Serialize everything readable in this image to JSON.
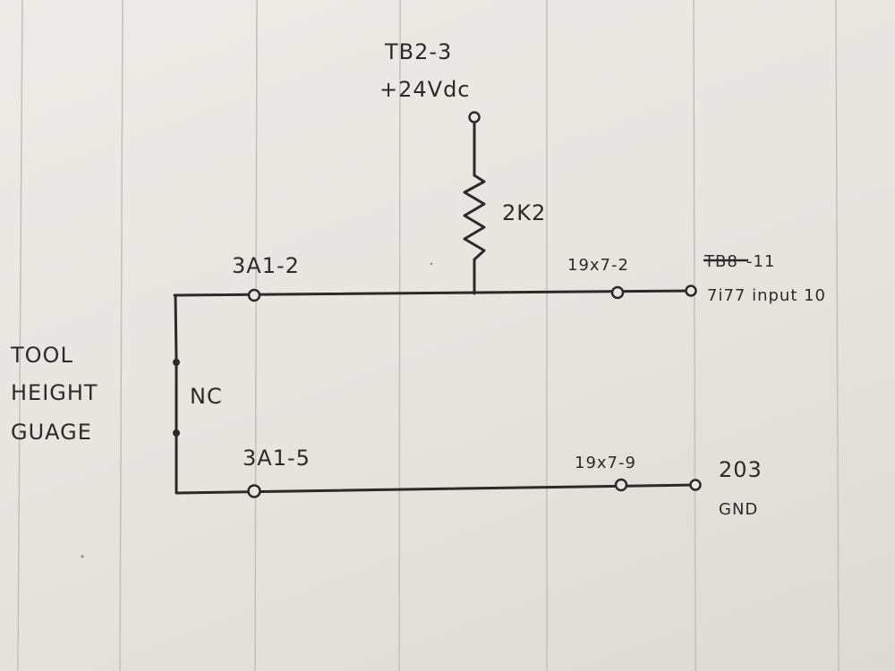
{
  "paper": {
    "ruling_color": "#b8b6b2",
    "ink_color": "#2a2a2a"
  },
  "schematic": {
    "supply": {
      "terminal": "TB2-3",
      "voltage": "+24Vdc"
    },
    "resistor": {
      "value": "2K2"
    },
    "top_line": {
      "left_terminal": "3A1-2",
      "mid_terminal": "19x7-2",
      "right_terminal_struck": "TB8",
      "right_terminal_suffix": "-11",
      "right_note": "7i77 input 10"
    },
    "bottom_line": {
      "left_terminal": "3A1-5",
      "mid_terminal": "19x7-9",
      "right_terminal": "203",
      "right_note": "GND"
    },
    "device": {
      "name_line1": "TOOL",
      "name_line2": "HEIGHT",
      "name_line3": "GUAGE",
      "contact_type": "NC"
    }
  }
}
